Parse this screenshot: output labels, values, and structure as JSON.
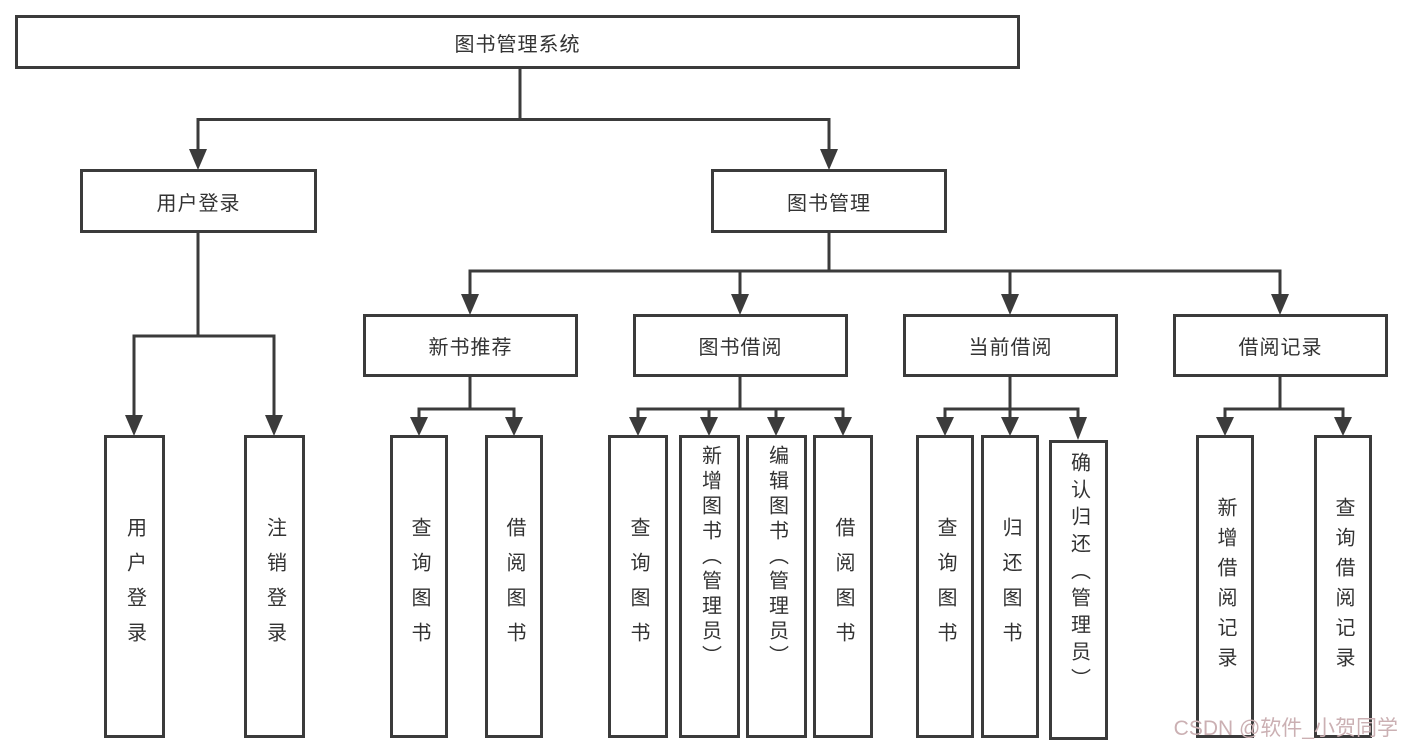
{
  "tree": {
    "label": "图书管理系统",
    "children": [
      {
        "label": "用户登录",
        "children": [
          {
            "label": "用户登录"
          },
          {
            "label": "注销登录"
          }
        ]
      },
      {
        "label": "图书管理",
        "children": [
          {
            "label": "新书推荐",
            "children": [
              {
                "label": "查询图书"
              },
              {
                "label": "借阅图书"
              }
            ]
          },
          {
            "label": "图书借阅",
            "children": [
              {
                "label": "查询图书"
              },
              {
                "label": "新增图书（管理员）"
              },
              {
                "label": "编辑图书（管理员）"
              },
              {
                "label": "借阅图书"
              }
            ]
          },
          {
            "label": "当前借阅",
            "children": [
              {
                "label": "查询图书"
              },
              {
                "label": "归还图书"
              },
              {
                "label": "确认归还（管理员）"
              }
            ]
          },
          {
            "label": "借阅记录",
            "children": [
              {
                "label": "新增借阅记录"
              },
              {
                "label": "查询借阅记录"
              }
            ]
          }
        ]
      }
    ]
  },
  "watermark": {
    "text": "CSDN @软件_小贺同学"
  },
  "colors": {
    "line": "#3b3b3b",
    "text": "#333333",
    "box_bg": "#ffffff",
    "page_bg": "#ffffff",
    "watermark": "#cbb0b3"
  }
}
